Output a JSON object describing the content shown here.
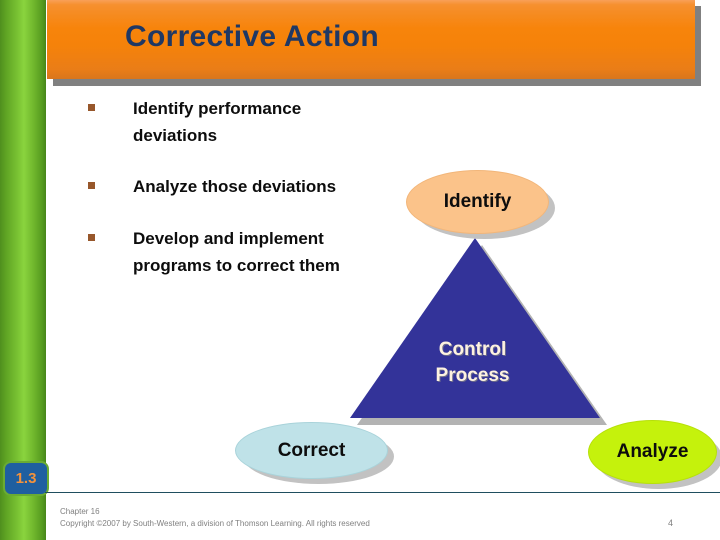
{
  "slide": {
    "title": "Corrective Action",
    "badge": "1.3",
    "page_number": "4"
  },
  "bullets": [
    {
      "text": "Identify performance deviations"
    },
    {
      "text": "Analyze those deviations"
    },
    {
      "text": "Develop and implement programs to correct them"
    }
  ],
  "diagram": {
    "triangle_label": "Control Process",
    "nodes": [
      {
        "id": "identify",
        "label": "Identify"
      },
      {
        "id": "correct",
        "label": "Correct"
      },
      {
        "id": "analyze",
        "label": "Analyze"
      }
    ]
  },
  "footer": {
    "chapter": "Chapter 16",
    "copyright": "Copyright ©2007 by South-Western, a division of Thomson Learning.  All rights reserved"
  },
  "colors": {
    "banner_orange": "#f7840b",
    "title_navy": "#1f3864",
    "stripe_green": "#79c233",
    "triangle_blue": "#333399",
    "identify_peach": "#fbc38a",
    "correct_cyan": "#bfe2e8",
    "analyze_chartreuse": "#c5f20c",
    "bullet_brown": "#97572b",
    "badge_blue": "#1f5fa0",
    "badge_orange": "#f3923c",
    "footer_gray": "#808080"
  }
}
